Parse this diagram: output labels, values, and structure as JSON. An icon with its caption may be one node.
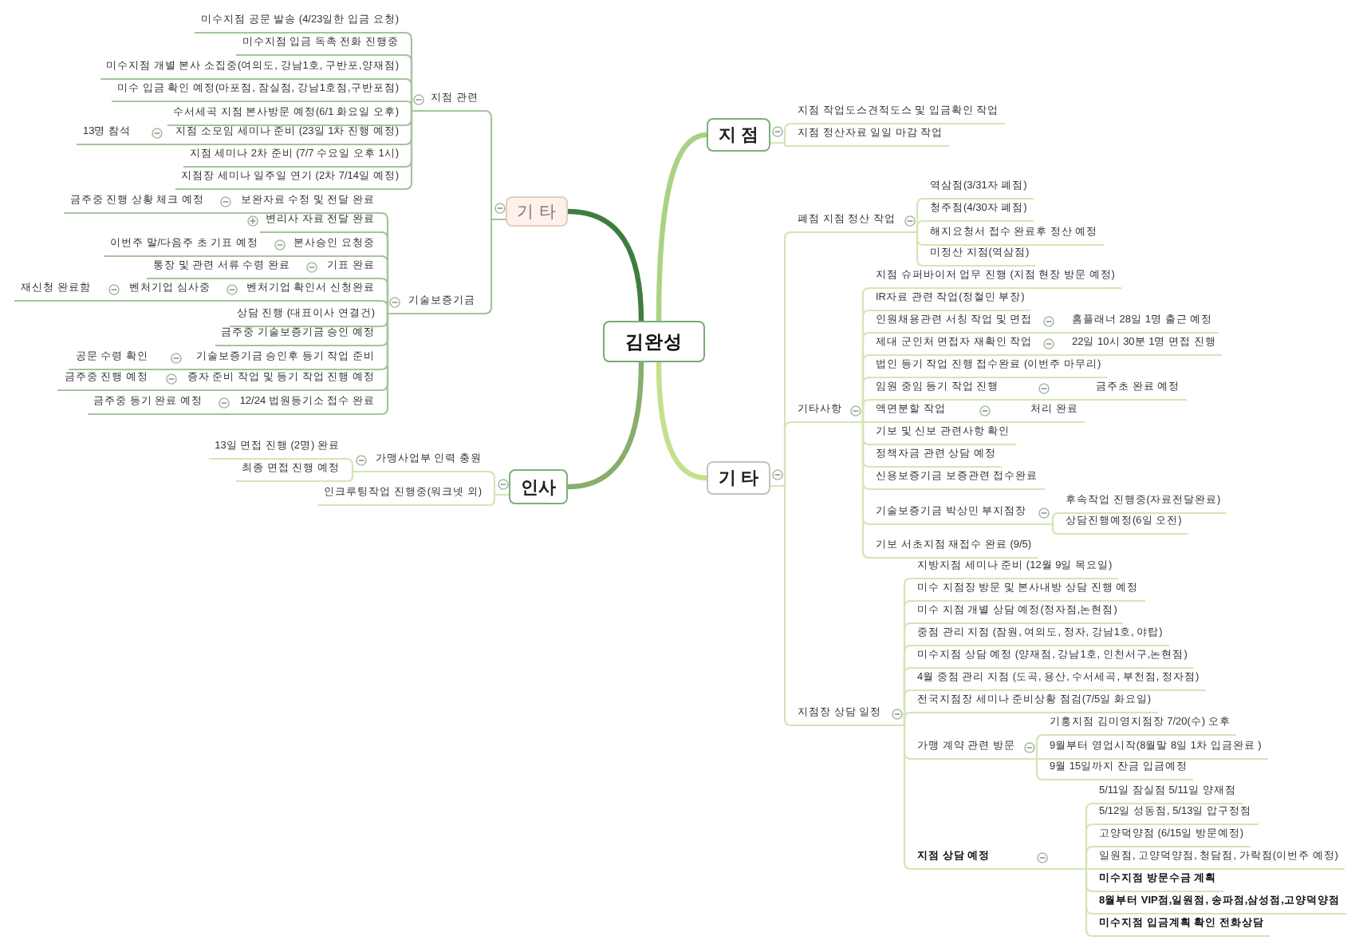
{
  "diagram": {
    "nodes": [
      {
        "text": [
          "김완성"
        ]
      },
      {
        "text": [
          "지 점"
        ]
      },
      {
        "text": [
          "지점 작업도스견적도스 및 입금확인 작업"
        ]
      },
      {
        "text": [
          "지점 정산자료 일일 마감 작업"
        ]
      },
      {
        "text": [
          "기 타"
        ]
      },
      {
        "text": [
          "폐점 지점 정산 작업"
        ]
      },
      {
        "text": [
          "역삼점(3/31자 폐점)"
        ]
      },
      {
        "text": [
          "청주점(4/30자 폐점)"
        ]
      },
      {
        "text": [
          "해지요청서 접수 완료후 정산 예정"
        ]
      },
      {
        "text": [
          "미정산 지점(역삼점)"
        ]
      },
      {
        "text": [
          "기타사항"
        ]
      },
      {
        "text": [
          "지점 슈퍼바이저 업무 진행 (지점 현장 방문 예정)"
        ]
      },
      {
        "text": [
          "IR자료 관련 작업(정철민 부장)"
        ]
      },
      {
        "text": [
          "인원채용관련 서칭 작업 및 면접"
        ]
      },
      {
        "text": [
          "홈플래너 28일 1명 출근 예정"
        ]
      },
      {
        "text": [
          "제대 군인처 면접자 재확인 작업"
        ]
      },
      {
        "text": [
          "22일 10시 30분 1명 면접 진행"
        ]
      },
      {
        "text": [
          "법인 등기 작업 진행 접수완료 (이번주 마무리)"
        ]
      },
      {
        "text": [
          "임원 중임 등기 작업 진행"
        ]
      },
      {
        "text": [
          "금주초 완료 예정"
        ]
      },
      {
        "text": [
          "액면분할 작업"
        ]
      },
      {
        "text": [
          "처리 완료"
        ]
      },
      {
        "text": [
          "기보 및 신보 관련사항 확인"
        ]
      },
      {
        "text": [
          "정책자금 관련 상담 예정"
        ]
      },
      {
        "text": [
          "신용보증기금 보증관련 접수완료"
        ]
      },
      {
        "text": [
          "기술보증기금 박상민 부지점장"
        ]
      },
      {
        "text": [
          "후속작업 진행중(자료전달완료)"
        ]
      },
      {
        "text": [
          "상담진행예정(6일 오전)"
        ]
      },
      {
        "text": [
          "기보 서초지점 재접수 완료 (9/5)"
        ]
      },
      {
        "text": [
          "지점장 상담 일정"
        ]
      },
      {
        "text": [
          "지방지점 세미나 준비 (12월 9일 목요일)"
        ]
      },
      {
        "text": [
          "미수 지점장 방문 및 본사내방 상담 진행 예정"
        ]
      },
      {
        "text": [
          "미수 지점 개별 상담 예정(정자점,논현점)"
        ]
      },
      {
        "text": [
          "중점 관리 지점 (잠원, 여의도, 정자, 강남1호, 야탑)"
        ]
      },
      {
        "text": [
          "미수지점 상담 예정 (양재점, 강남1호, 인천서구,논현점)"
        ]
      },
      {
        "text": [
          "4월 중점 관리 지점 (도곡, 용산, 수서세곡, 부천점, 정자점)"
        ]
      },
      {
        "text": [
          "전국지점장 세미나 준비상황 점검(7/5일 화요일)"
        ]
      },
      {
        "text": [
          "가맹 계약 관련 방문"
        ]
      },
      {
        "text": [
          "기흥지점 김미영지점장 7/20(수) 오후"
        ]
      },
      {
        "text": [
          "9월부터 영업시작(8월말 8일 1차 입금완료 )"
        ]
      },
      {
        "text": [
          "9월 15일까지 잔금 입금예정"
        ]
      },
      {
        "text": [
          "지점 상담 예정"
        ]
      },
      {
        "text": [
          "5/11일 잠실점 5/11일 양재점"
        ]
      },
      {
        "text": [
          "5/12일 성동점, 5/13일 압구정점"
        ]
      },
      {
        "text": [
          "고양덕양점 (6/15일 방문예정)"
        ]
      },
      {
        "text": [
          "일원점, 고양덕양점, 청담점, 가락점(이번주 예정)"
        ]
      },
      {
        "text": [
          "미수지점 방문수금 계획"
        ]
      },
      {
        "text": [
          "8월부터 VIP점,일원점, 송파점,삼성점,고양덕양점"
        ]
      },
      {
        "text": [
          "미수지점 입금계획 확인 전화상담"
        ]
      },
      {
        "text": [
          "기 타"
        ]
      },
      {
        "text": [
          "지점 관련"
        ]
      },
      {
        "text": [
          "미수지점 공문 발송 (4/23일한 입금 요청)"
        ]
      },
      {
        "text": [
          "미수지점 입금 독촉 전화 진행중"
        ]
      },
      {
        "text": [
          "미수지점 개별 본사 소집중(여의도, 강남1호, 구반포,양재점)"
        ]
      },
      {
        "text": [
          "미수 입금 확인 예정(마포점, 잠실점, 강남1호점,구반포점)"
        ]
      },
      {
        "text": [
          "수서세곡 지점 본사방문 예정(6/1 화요일 오후)"
        ]
      },
      {
        "text": [
          "지점 소모임 세미나 준비 (23일 1차 진행 예정)"
        ]
      },
      {
        "text": [
          "13명 참석"
        ]
      },
      {
        "text": [
          "지점 세미나 2차 준비 (7/7 수요일 오후 1시)"
        ]
      },
      {
        "text": [
          "지점장 세미나 일주일 연기 (2차 7/14일 예정)"
        ]
      },
      {
        "text": [
          "기술보증기금"
        ]
      },
      {
        "text": [
          "보완자료 수정 및 전달 완료"
        ]
      },
      {
        "text": [
          "금주중 진행 상황 체크 예정"
        ]
      },
      {
        "text": [
          "변리사 자료 전달 완료"
        ]
      },
      {
        "text": [
          "본사승인 요청중"
        ]
      },
      {
        "text": [
          "이번주 말/다음주 초 기표 예정"
        ]
      },
      {
        "text": [
          "기표 완료"
        ]
      },
      {
        "text": [
          "통장 및 관련 서류 수령 완료"
        ]
      },
      {
        "text": [
          "벤처기업 확인서 신청완료"
        ]
      },
      {
        "text": [
          "벤처기업 심사중"
        ]
      },
      {
        "text": [
          "재신청 완료함"
        ]
      },
      {
        "text": [
          "상담 진행 (대표이사 연결건)"
        ]
      },
      {
        "text": [
          "금주중 기술보증기금 승인 예정"
        ]
      },
      {
        "text": [
          "기술보증기금 승인후 등기 작업 준비"
        ]
      },
      {
        "text": [
          "공문 수령 확인"
        ]
      },
      {
        "text": [
          "증자 준비 작업 및 등기 작업 진행 예정"
        ]
      },
      {
        "text": [
          "금주중 진행 예정"
        ]
      },
      {
        "text": [
          "12/24 법원등기소 접수 완료"
        ]
      },
      {
        "text": [
          "금주중 등기 완료 예정"
        ]
      },
      {
        "text": [
          "인사"
        ]
      },
      {
        "text": [
          "가맹사업부 인력 충원"
        ]
      },
      {
        "text": [
          "13일 면접 진행 (2명) 완료"
        ]
      },
      {
        "text": [
          "최종 면접 진행 예정"
        ]
      },
      {
        "text": [
          "인크루팅작업 진행중(워크넷 외)"
        ]
      }
    ],
    "edges": [
      {
        "from": 0,
        "to": 1,
        "arrow": "none",
        "style": "thick",
        "color": "#a9d284"
      },
      {
        "from": 1,
        "to": 2,
        "arrow": "none"
      },
      {
        "from": 1,
        "to": 3,
        "arrow": "none"
      },
      {
        "from": 0,
        "to": 4,
        "arrow": "none",
        "style": "thick",
        "color": "#c3e08c"
      },
      {
        "from": 4,
        "to": 5,
        "arrow": "none"
      },
      {
        "from": 5,
        "to": 6,
        "arrow": "none"
      },
      {
        "from": 5,
        "to": 7,
        "arrow": "none"
      },
      {
        "from": 5,
        "to": 8,
        "arrow": "none"
      },
      {
        "from": 5,
        "to": 9,
        "arrow": "none"
      },
      {
        "from": 4,
        "to": 10,
        "arrow": "none"
      },
      {
        "from": 10,
        "to": 11,
        "arrow": "none"
      },
      {
        "from": 10,
        "to": 12,
        "arrow": "none"
      },
      {
        "from": 10,
        "to": 13,
        "arrow": "none"
      },
      {
        "from": 13,
        "to": 14,
        "arrow": "none"
      },
      {
        "from": 10,
        "to": 15,
        "arrow": "none"
      },
      {
        "from": 15,
        "to": 16,
        "arrow": "none"
      },
      {
        "from": 10,
        "to": 17,
        "arrow": "none"
      },
      {
        "from": 10,
        "to": 18,
        "arrow": "none"
      },
      {
        "from": 18,
        "to": 19,
        "arrow": "none"
      },
      {
        "from": 10,
        "to": 20,
        "arrow": "none"
      },
      {
        "from": 20,
        "to": 21,
        "arrow": "none"
      },
      {
        "from": 10,
        "to": 22,
        "arrow": "none"
      },
      {
        "from": 10,
        "to": 23,
        "arrow": "none"
      },
      {
        "from": 10,
        "to": 24,
        "arrow": "none"
      },
      {
        "from": 10,
        "to": 25,
        "arrow": "none"
      },
      {
        "from": 25,
        "to": 26,
        "arrow": "none"
      },
      {
        "from": 25,
        "to": 27,
        "arrow": "none"
      },
      {
        "from": 10,
        "to": 28,
        "arrow": "none"
      },
      {
        "from": 4,
        "to": 29,
        "arrow": "none"
      },
      {
        "from": 29,
        "to": 30,
        "arrow": "none"
      },
      {
        "from": 29,
        "to": 31,
        "arrow": "none"
      },
      {
        "from": 29,
        "to": 32,
        "arrow": "none"
      },
      {
        "from": 29,
        "to": 33,
        "arrow": "none"
      },
      {
        "from": 29,
        "to": 34,
        "arrow": "none"
      },
      {
        "from": 29,
        "to": 35,
        "arrow": "none"
      },
      {
        "from": 29,
        "to": 36,
        "arrow": "none"
      },
      {
        "from": 29,
        "to": 37,
        "arrow": "none"
      },
      {
        "from": 37,
        "to": 38,
        "arrow": "none"
      },
      {
        "from": 37,
        "to": 39,
        "arrow": "none"
      },
      {
        "from": 37,
        "to": 40,
        "arrow": "none"
      },
      {
        "from": 29,
        "to": 41,
        "arrow": "none"
      },
      {
        "from": 41,
        "to": 42,
        "arrow": "none"
      },
      {
        "from": 41,
        "to": 43,
        "arrow": "none"
      },
      {
        "from": 41,
        "to": 44,
        "arrow": "none"
      },
      {
        "from": 41,
        "to": 45,
        "arrow": "none"
      },
      {
        "from": 41,
        "to": 46,
        "arrow": "none"
      },
      {
        "from": 41,
        "to": 47,
        "arrow": "none"
      },
      {
        "from": 41,
        "to": 48,
        "arrow": "none"
      },
      {
        "from": 0,
        "to": 49,
        "arrow": "none",
        "style": "thick",
        "color": "#3f7d3f"
      },
      {
        "from": 49,
        "to": 50,
        "arrow": "none",
        "color": "#a3c49c"
      },
      {
        "from": 50,
        "to": 51,
        "arrow": "none",
        "color": "#a3c49c"
      },
      {
        "from": 50,
        "to": 52,
        "arrow": "none",
        "color": "#a3c49c"
      },
      {
        "from": 50,
        "to": 53,
        "arrow": "none",
        "color": "#a3c49c"
      },
      {
        "from": 50,
        "to": 54,
        "arrow": "none",
        "color": "#a3c49c"
      },
      {
        "from": 50,
        "to": 55,
        "arrow": "none",
        "color": "#a3c49c"
      },
      {
        "from": 50,
        "to": 56,
        "arrow": "none",
        "color": "#a3c49c"
      },
      {
        "from": 56,
        "to": 57,
        "arrow": "none",
        "color": "#a3c49c"
      },
      {
        "from": 50,
        "to": 58,
        "arrow": "none",
        "color": "#a3c49c"
      },
      {
        "from": 50,
        "to": 59,
        "arrow": "none",
        "color": "#a3c49c"
      },
      {
        "from": 49,
        "to": 60,
        "arrow": "none",
        "color": "#a3c49c"
      },
      {
        "from": 60,
        "to": 61,
        "arrow": "none",
        "color": "#a3c49c"
      },
      {
        "from": 61,
        "to": 62,
        "arrow": "none",
        "color": "#a3c49c"
      },
      {
        "from": 60,
        "to": 63,
        "arrow": "none",
        "color": "#a3c49c"
      },
      {
        "from": 60,
        "to": 64,
        "arrow": "none",
        "color": "#a3c49c"
      },
      {
        "from": 64,
        "to": 65,
        "arrow": "none",
        "color": "#a3c49c"
      },
      {
        "from": 60,
        "to": 66,
        "arrow": "none",
        "color": "#a3c49c"
      },
      {
        "from": 66,
        "to": 67,
        "arrow": "none",
        "color": "#a3c49c"
      },
      {
        "from": 60,
        "to": 68,
        "arrow": "none",
        "color": "#a3c49c"
      },
      {
        "from": 68,
        "to": 69,
        "arrow": "none",
        "color": "#a3c49c"
      },
      {
        "from": 69,
        "to": 70,
        "arrow": "none",
        "color": "#a3c49c"
      },
      {
        "from": 60,
        "to": 71,
        "arrow": "none",
        "color": "#a3c49c"
      },
      {
        "from": 60,
        "to": 72,
        "arrow": "none",
        "color": "#a3c49c"
      },
      {
        "from": 60,
        "to": 73,
        "arrow": "none",
        "color": "#a3c49c"
      },
      {
        "from": 73,
        "to": 74,
        "arrow": "none",
        "color": "#a3c49c"
      },
      {
        "from": 60,
        "to": 75,
        "arrow": "none",
        "color": "#a3c49c"
      },
      {
        "from": 75,
        "to": 76,
        "arrow": "none",
        "color": "#a3c49c"
      },
      {
        "from": 60,
        "to": 77,
        "arrow": "none",
        "color": "#a3c49c"
      },
      {
        "from": 77,
        "to": 78,
        "arrow": "none",
        "color": "#a3c49c"
      },
      {
        "from": 0,
        "to": 79,
        "arrow": "none",
        "style": "thick",
        "color": "#88ad6c"
      },
      {
        "from": 79,
        "to": 80,
        "arrow": "none"
      },
      {
        "from": 80,
        "to": 81,
        "arrow": "none"
      },
      {
        "from": 80,
        "to": 82,
        "arrow": "none"
      },
      {
        "from": 79,
        "to": 83,
        "arrow": "none"
      }
    ]
  }
}
